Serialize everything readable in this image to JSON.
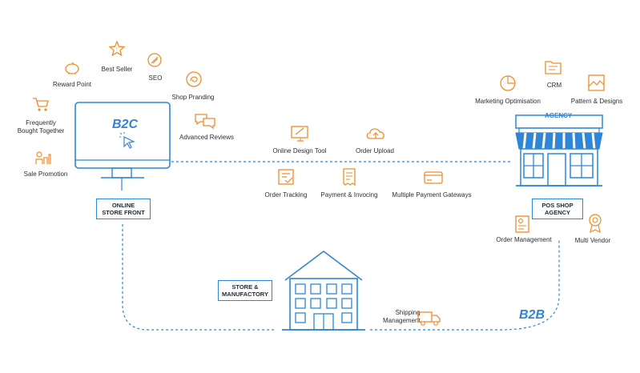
{
  "colors": {
    "accent_orange": "#f28c28",
    "accent_blue": "#2f86d6",
    "text": "#2a2f36"
  },
  "b2c_features": {
    "reward_point": "Reward Point",
    "best_seller": "Best Seller",
    "seo": "SEO",
    "shop_pranding": "Shop Pranding",
    "frequently": "Frequently\nBought Together",
    "advanced_reviews": "Advanced Reviews",
    "sale_promotion": "Sale Promotion"
  },
  "monitor_logo": "B2C",
  "online_store": "ONLINE\nSTORE FRONT",
  "middle_features": {
    "online_design_tool": "Online Design Tool",
    "order_upload": "Order Upload",
    "order_tracking": "Order Tracking",
    "payment_invoicing": "Payment & Invocing",
    "multiple_payment": "Multiple Payment Gateways"
  },
  "agency_features": {
    "marketing": "Marketing Optimisation",
    "crm": "CRM",
    "pattern": "Pattern & Designs",
    "order_management": "Order Management",
    "multi_vendor": "Multi Vendor"
  },
  "agency_sign": "AGENCY",
  "pos_shop": "POS SHOP\nAGENCY",
  "store_manufactory": "STORE &\nMANUFACTORY",
  "shipping": "Shipping\nManagement",
  "b2b_logo": "B2B"
}
